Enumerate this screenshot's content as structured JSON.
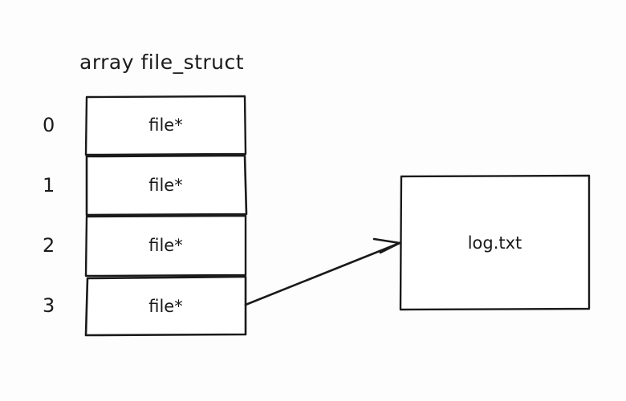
{
  "diagram": {
    "title": "array file_struct",
    "background_color": "#fdfdfd",
    "ink_color": "#1a1a1a",
    "style": "hand-drawn"
  },
  "array": {
    "name": "file_struct",
    "indices": [
      "0",
      "1",
      "2",
      "3"
    ],
    "cells": [
      {
        "index": "0",
        "value": "file*"
      },
      {
        "index": "1",
        "value": "file*"
      },
      {
        "index": "2",
        "value": "file*"
      },
      {
        "index": "3",
        "value": "file*"
      }
    ]
  },
  "target": {
    "label": "log.txt"
  },
  "arrow": {
    "from": "cell-3",
    "to": "log.txt",
    "head": "open-arrowhead"
  }
}
